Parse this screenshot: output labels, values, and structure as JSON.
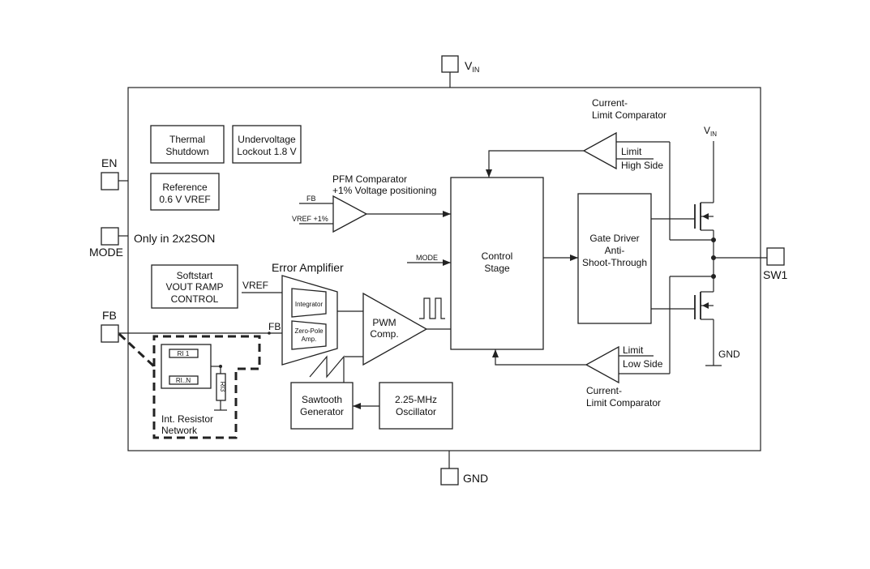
{
  "pins": {
    "vin": "V",
    "vin_sub": "IN",
    "en": "EN",
    "mode": "MODE",
    "mode_note": "Only in  2x2SON",
    "fb": "FB",
    "gnd": "GND",
    "sw1": "SW1"
  },
  "blocks": {
    "thermal": [
      "Thermal",
      "Shutdown"
    ],
    "uvlo": [
      "Undervoltage",
      "Lockout 1.8 V"
    ],
    "reference": [
      "Reference",
      "0.6 V VREF"
    ],
    "softstart": [
      "Softstart",
      "VOUT RAMP",
      "CONTROL"
    ],
    "control": [
      "Control",
      "Stage"
    ],
    "gate_driver": [
      "Gate Driver",
      "Anti-",
      "Shoot-Through"
    ],
    "sawtooth": [
      "Sawtooth",
      "Generator"
    ],
    "oscillator": [
      "2.25-MHz",
      "Oscillator"
    ],
    "integrator": "Integrator",
    "zero_pole": [
      "Zero-Pole",
      "Amp."
    ],
    "resistor_network": [
      "Int. Resistor",
      "Network"
    ],
    "ri1": "RI 1",
    "rin": "RI..N",
    "ri3": "RI3"
  },
  "labels": {
    "pfm_comparator": [
      "PFM Comparator",
      "+1% Voltage positioning"
    ],
    "pfm_fb": "FB",
    "pfm_vref": "VREF +1%",
    "error_amplifier": "Error Amplifier",
    "ea_vref": "VREF",
    "ea_fb": "FB",
    "mode_in": "MODE",
    "pwm_comp": [
      "PWM",
      "Comp."
    ],
    "cl_top_title": [
      "Current-",
      "Limit Comparator"
    ],
    "cl_top_limit": "Limit",
    "cl_top_side": "High Side",
    "cl_bot_title": [
      "Current-",
      "Limit Comparator"
    ],
    "cl_bot_limit": "Limit",
    "cl_bot_side": "Low Side",
    "vin_fet": "V",
    "vin_fet_sub": "IN",
    "gnd_fet": "GND"
  }
}
